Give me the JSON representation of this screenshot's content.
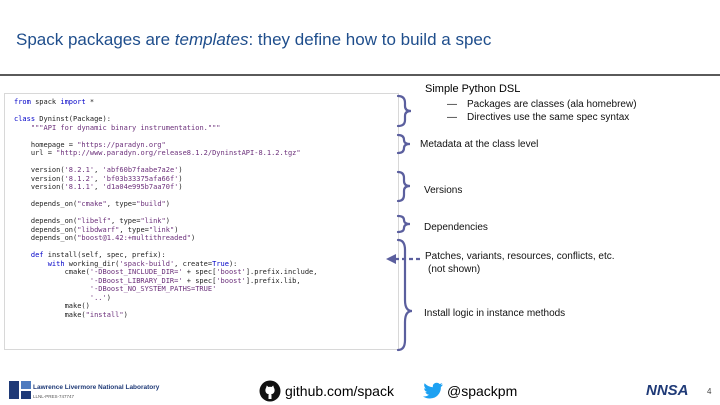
{
  "title": {
    "prefix": "Spack packages are ",
    "emphasis": "templates",
    "suffix": ": they define how to build a spec"
  },
  "code_lines": [
    "from spack import *",
    "",
    "class Dyninst(Package):",
    "    \"\"\"API for dynamic binary instrumentation.\"\"\"",
    "",
    "    homepage = \"https://paradyn.org\"",
    "    url = \"http://www.paradyn.org/release8.1.2/DyninstAPI-8.1.2.tgz\"",
    "",
    "    version('8.2.1', 'abf60b7faabe7a2e')",
    "    version('8.1.2', 'bf03b33375afa66f')",
    "    version('8.1.1', 'd1a04e995b7aa70f')",
    "",
    "    depends_on(\"cmake\", type=\"build\")",
    "",
    "    depends_on(\"libelf\", type=\"link\")",
    "    depends_on(\"libdwarf\", type=\"link\")",
    "    depends_on(\"boost@1.42:+multithreaded\")",
    "",
    "    def install(self, spec, prefix):",
    "        with working_dir('spack-build', create=True):",
    "            cmake('-DBoost_INCLUDE_DIR=' + spec['boost'].prefix.include,",
    "                  '-DBoost_LIBRARY_DIR=' + spec['boost'].prefix.lib,",
    "                  '-DBoost_NO_SYSTEM_PATHS=TRUE'",
    "                  '..')",
    "            make()",
    "            make(\"install\")"
  ],
  "right_panel": {
    "heading": "Simple Python DSL",
    "bullets": [
      {
        "dash": "—",
        "text": "Packages are classes (ala homebrew)"
      },
      {
        "dash": "—",
        "text": "Directives use the same spec syntax"
      }
    ],
    "labels": {
      "metadata": "Metadata at the class level",
      "versions": "Versions",
      "dependencies": "Dependencies",
      "patches_line1": "Patches, variants, resources, conflicts, etc.",
      "patches_line2": "(not shown)",
      "install": "Install logic in instance methods"
    }
  },
  "footer": {
    "lab_name": "Lawrence Livermore National Laboratory",
    "lab_sub": "LLNL-PRES-747747",
    "github": "github.com/spack",
    "twitter": "@spackpm",
    "nnsa": "NNSA",
    "page_number": "4"
  },
  "colors": {
    "title": "#1f4e8c",
    "brace": "#5b5f9e",
    "twitter": "#1da1f2",
    "lab_blue": "#1f3a77"
  }
}
